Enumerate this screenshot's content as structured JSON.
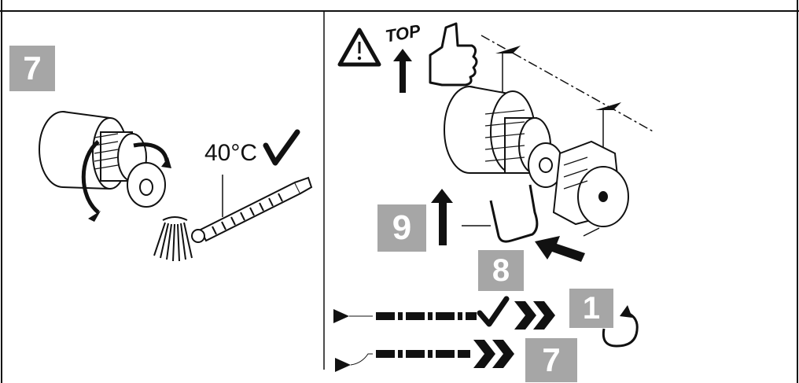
{
  "left_panel": {
    "step_number": "7",
    "temperature_label": "40°C"
  },
  "right_panel": {
    "top_label": "TOP",
    "step_pull_clip": "9",
    "step_push": "8",
    "flow_ok_target_step": "1",
    "flow_fail_target_step": "7"
  },
  "colors": {
    "badge_gray": "#a6a6a6",
    "line_black": "#111111"
  },
  "icons": [
    "warning-triangle-icon",
    "thumbs-up-icon",
    "checkmark-icon",
    "double-chevron-icon",
    "arrow-up-icon",
    "arrow-push-icon",
    "loop-arrow-icon",
    "water-spray-icon",
    "thermometer-icon"
  ]
}
